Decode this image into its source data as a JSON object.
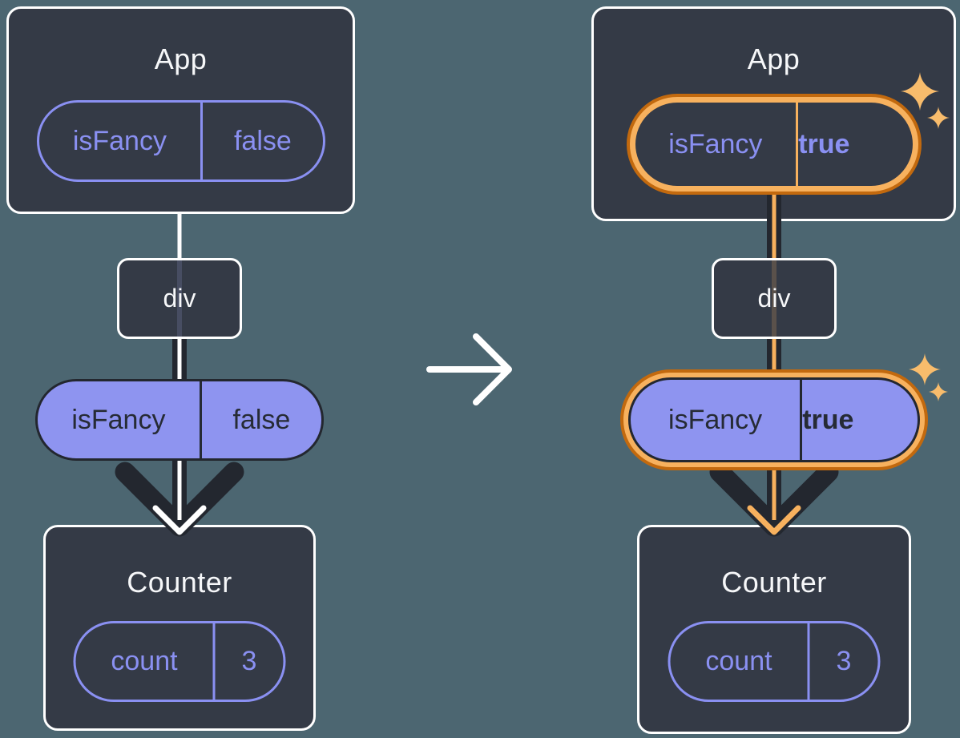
{
  "colors": {
    "background": "#4C6671",
    "card": "#343A46",
    "card_border": "#FFFFFF",
    "purple": "#8A90F2",
    "purple_fill": "#8E94F0",
    "dark_arrow": "#23272F",
    "dark_text": "#262B35",
    "orange_dark": "#C2690E",
    "orange_light": "#F7B15E",
    "sparkle": "#F8BC6C",
    "arrow_white": "#FFFFFF"
  },
  "transition": {
    "icon": "right-arrow"
  },
  "panels": [
    {
      "state": "before",
      "app_title": "App",
      "app_state": {
        "name": "isFancy",
        "value": "false",
        "highlighted": false
      },
      "div_label": "div",
      "prop": {
        "name": "isFancy",
        "value": "false",
        "highlighted": false
      },
      "counter_title": "Counter",
      "counter_state": {
        "name": "count",
        "value": "3"
      }
    },
    {
      "state": "after",
      "app_title": "App",
      "app_state": {
        "name": "isFancy",
        "value": "true",
        "highlighted": true
      },
      "div_label": "div",
      "prop": {
        "name": "isFancy",
        "value": "true",
        "highlighted": true
      },
      "counter_title": "Counter",
      "counter_state": {
        "name": "count",
        "value": "3"
      }
    }
  ]
}
